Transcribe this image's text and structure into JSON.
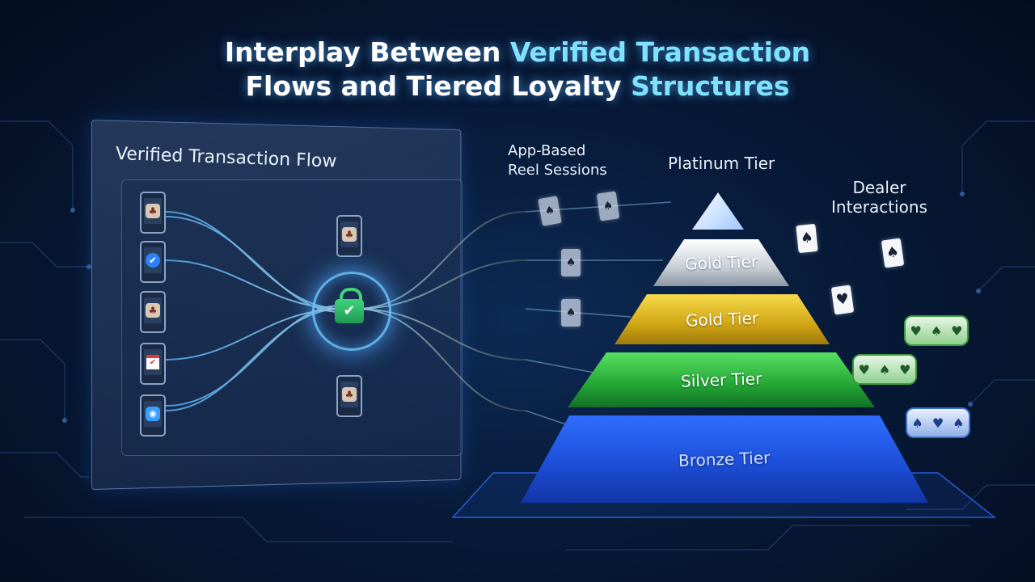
{
  "title": {
    "line1_prefix": "Interplay Between ",
    "line1_highlight": "Verified Transaction",
    "line2_part1": "Flows and ",
    "line2_part2": "Tiered Loyalty ",
    "line2_highlight": "Structures"
  },
  "panel": {
    "title": "Verified Transaction Flow"
  },
  "labels": {
    "app_reel_line1": "App-Based",
    "app_reel_line2": "Reel Sessions",
    "platinum": "Platinum Tier",
    "dealer_line1": "Dealer",
    "dealer_line2": "Interactions"
  },
  "tiers": {
    "gold_top": "Gold Tier",
    "gold": "Gold Tier",
    "silver": "Silver Tier",
    "bronze": "Bronze Tier"
  },
  "icons": {
    "card_suit_spade": "♠",
    "card_suit_heart": "♥",
    "check": "✔",
    "slot_symbols": [
      "♥",
      "♠",
      "♥"
    ]
  },
  "colors": {
    "accent_cyan": "#7fe3ff",
    "gold": "#d1a615",
    "silver_green": "#23a535",
    "bronze_blue": "#1d4fd8",
    "lock_green": "#3fd47b"
  }
}
